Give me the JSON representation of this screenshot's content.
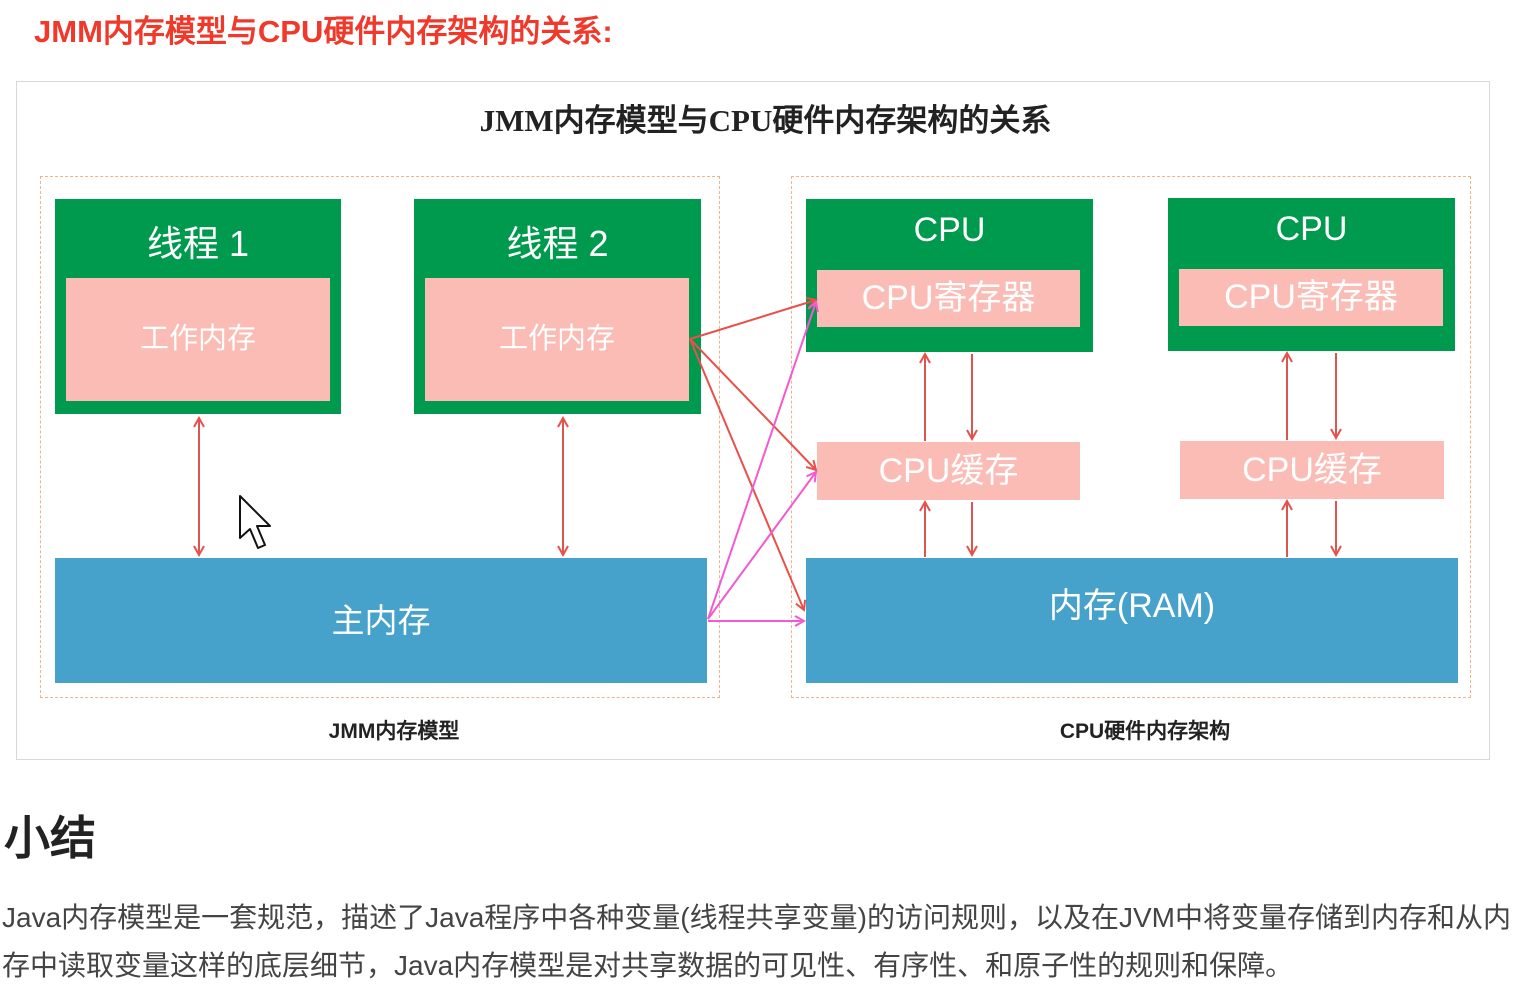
{
  "page_heading": "JMM内存模型与CPU硬件内存架构的关系:",
  "diagram": {
    "title": "JMM内存模型与CPU硬件内存架构的关系",
    "jmm": {
      "threads": [
        {
          "title": "线程 1",
          "working_memory": "工作内存"
        },
        {
          "title": "线程 2",
          "working_memory": "工作内存"
        }
      ],
      "main_memory": "主内存",
      "caption": "JMM内存模型"
    },
    "hardware": {
      "cpus": [
        {
          "title": "CPU",
          "register": "CPU寄存器",
          "cache": "CPU缓存"
        },
        {
          "title": "CPU",
          "register": "CPU寄存器",
          "cache": "CPU缓存"
        }
      ],
      "ram": "内存(RAM)",
      "caption": "CPU硬件内存架构"
    },
    "colors": {
      "heading_red": "#f0392b",
      "green": "#009a4e",
      "pink": "#fcbcb6",
      "blue": "#46a2cb",
      "arrow_red": "#e8504a",
      "arrow_magenta": "#f25ad0",
      "dashed_border": "#f3b08a"
    }
  },
  "summary": {
    "heading": "小结",
    "text": "Java内存模型是一套规范，描述了Java程序中各种变量(线程共享变量)的访问规则，以及在JVM中将变量存储到内存和从内存中读取变量这样的底层细节，Java内存模型是对共享数据的可见性、有序性、和原子性的规则和保障。"
  }
}
